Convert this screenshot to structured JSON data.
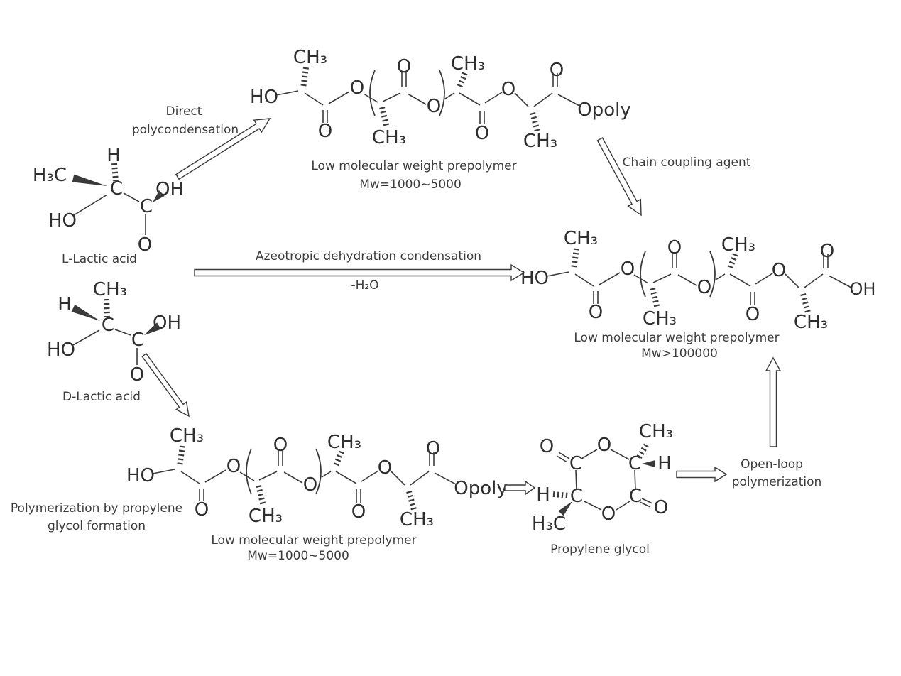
{
  "labels": {
    "direct_poly_l1": "Direct",
    "direct_poly_l2": "polycondensation",
    "chain_coupling": "Chain coupling agent",
    "azeotropic": "Azeotropic dehydration condensation",
    "azeotropic_sub": "-H₂O",
    "open_loop_l1": "Open-loop",
    "open_loop_l2": "polymerization",
    "glycol_route_l1": "Polymerization by propylene",
    "glycol_route_l2": "glycol formation"
  },
  "captions": {
    "l_lactic": "L-Lactic acid",
    "d_lactic": "D-Lactic acid",
    "prepoly_low": "Low molecular weight prepolymer",
    "mw_low": "Mw=1000∼5000",
    "mw_high": "Mw>100000",
    "lactide": "Propylene glycol"
  },
  "atoms": {
    "l_lactic": {
      "h3c": "H₃C",
      "h": "H",
      "c": "C",
      "ho": "HO",
      "oh": "OH",
      "o": "O"
    },
    "d_lactic": {
      "h": "H",
      "ch3": "CH₃",
      "c": "C",
      "ho": "HO",
      "oh": "OH",
      "o": "O"
    },
    "chain": {
      "ho": "HO",
      "ch3": "CH₃",
      "o": "O",
      "end_opoly": "Opoly",
      "end_oh": "OH"
    },
    "lactide": {
      "o": "O",
      "c": "C",
      "h": "H",
      "ch3": "CH₃",
      "h3c": "H₃C"
    }
  },
  "colors": {
    "ink": "#3a3a3a",
    "background": "#ffffff"
  }
}
